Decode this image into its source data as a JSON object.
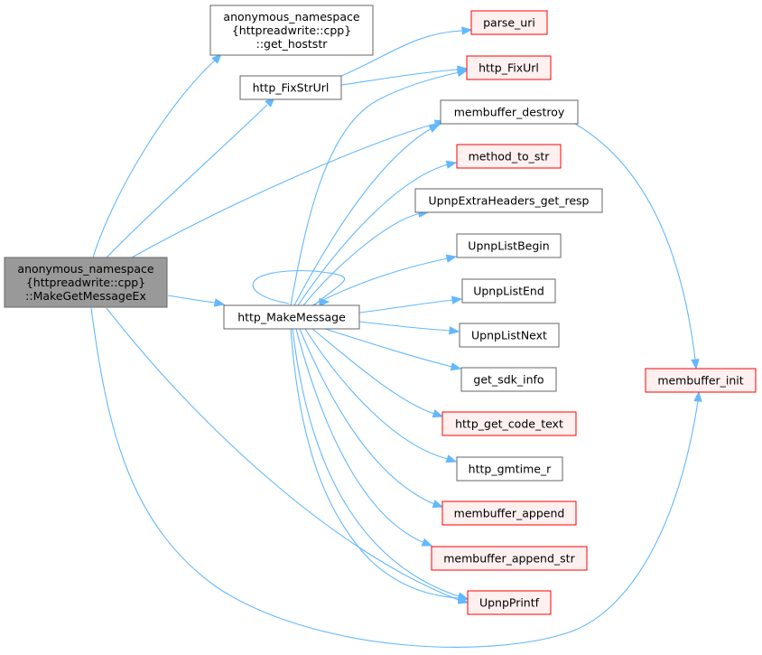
{
  "colors": {
    "edge": "#63b8ff",
    "root_fill": "#999999",
    "root_border": "#666666",
    "normal_border": "#666666",
    "missing_fill": "#fff0f0",
    "missing_border": "#ff0000",
    "normal_fill": "#ffffff"
  },
  "nodes": {
    "root": [
      "anonymous_namespace",
      "{httpreadwrite::cpp}",
      "::MakeGetMessageEx"
    ],
    "get_hoststr": [
      "anonymous_namespace",
      "{httpreadwrite::cpp}",
      "::get_hoststr"
    ],
    "parse_uri": [
      "parse_uri"
    ],
    "http_FixStrUrl": [
      "http_FixStrUrl"
    ],
    "http_FixUrl": [
      "http_FixUrl"
    ],
    "membuffer_destroy": [
      "membuffer_destroy"
    ],
    "method_to_str": [
      "method_to_str"
    ],
    "UpnpExtraHeaders_get_resp": [
      "UpnpExtraHeaders_get_resp"
    ],
    "UpnpListBegin": [
      "UpnpListBegin"
    ],
    "http_MakeMessage": [
      "http_MakeMessage"
    ],
    "UpnpListEnd": [
      "UpnpListEnd"
    ],
    "UpnpListNext": [
      "UpnpListNext"
    ],
    "get_sdk_info": [
      "get_sdk_info"
    ],
    "membuffer_init": [
      "membuffer_init"
    ],
    "http_get_code_text": [
      "http_get_code_text"
    ],
    "http_gmtime_r": [
      "http_gmtime_r"
    ],
    "membuffer_append": [
      "membuffer_append"
    ],
    "membuffer_append_str": [
      "membuffer_append_str"
    ],
    "UpnpPrintf": [
      "UpnpPrintf"
    ]
  }
}
